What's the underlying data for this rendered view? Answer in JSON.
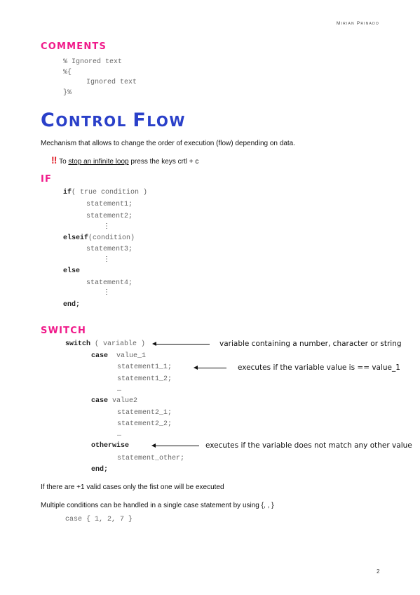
{
  "header": {
    "author": "Mirian Prinado"
  },
  "comments": {
    "heading": "COMMENTS",
    "line1": "% Ignored text",
    "line2": "%{",
    "line3": "Ignored text",
    "line4": "}%"
  },
  "control_flow": {
    "title_big_c": "C",
    "title_rest1": "ONTROL ",
    "title_big_f": "F",
    "title_rest2": "LOW",
    "description": "Mechanism that allows to change the order of execution (flow) depending on data.",
    "warning_prefix": "To ",
    "warning_link": "stop an infinite loop",
    "warning_suffix": " press the keys crtl + c"
  },
  "if_section": {
    "heading": "IF",
    "if_kw": "if",
    "if_rest": "( true condition )",
    "stmt1": "statement1;",
    "stmt2": "statement2;",
    "dots": "⋮",
    "elseif_kw": "elseif",
    "elseif_rest": "(condition)",
    "stmt3": "statement3;",
    "else_kw": "else",
    "stmt4": "statement4;",
    "end_kw": "end;"
  },
  "switch_section": {
    "heading": "SWITCH",
    "switch_kw": "switch",
    "switch_rest": " ( variable )",
    "switch_note": "variable containing a number, character or string",
    "case_kw": "case",
    "case1_val": " value_1",
    "s11": "statement1_1;",
    "s11_note": "executes if the variable value is == value_1",
    "s12": "statement1_2;",
    "ellipsis": "…",
    "case2_val": " value2",
    "s21": "statement2_1;",
    "s22": "statement2_2;",
    "otherwise_kw": "otherwise",
    "otherwise_note": "executes if the variable does not match any other value",
    "s_other": "statement_other;",
    "end_kw": "end;"
  },
  "footer_text": {
    "p1": "If there are +1 valid cases only the fist one will be executed",
    "p2": "Multiple conditions can be handled in a single case statement by using {, , }",
    "code": "case { 1, 2, 7 }"
  },
  "page_number": "2"
}
